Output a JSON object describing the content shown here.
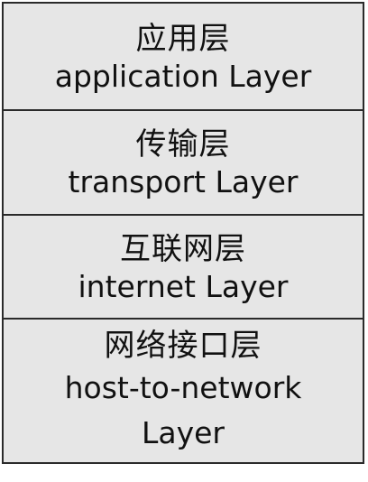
{
  "layers": [
    {
      "zh": "应用层",
      "en": "application Layer"
    },
    {
      "zh": "传输层",
      "en": "transport Layer"
    },
    {
      "zh": "互联网层",
      "en": "internet Layer"
    },
    {
      "zh": "网络接口层",
      "en": "host-to-network Layer"
    }
  ]
}
